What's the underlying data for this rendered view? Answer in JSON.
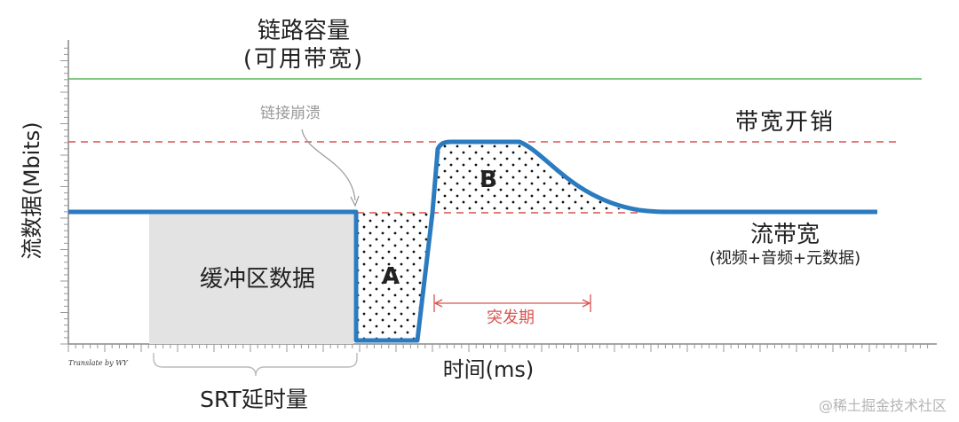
{
  "labels": {
    "capacity_line1": "链路容量",
    "capacity_line2": "(可用带宽)",
    "link_collapse": "链接崩溃",
    "bandwidth_overhead": "带宽开销",
    "stream_bandwidth": "流带宽",
    "stream_bandwidth_sub": "(视频+音频+元数据)",
    "buffer_data": "缓冲区数据",
    "region_a": "A",
    "region_b": "B",
    "burst_period": "突发期",
    "y_axis": "流数据(Mbits)",
    "x_axis": "时间(ms)",
    "srt_latency": "SRT延时量",
    "translated_by": "Translate by WY",
    "watermark": "@稀土掘金技术社区"
  },
  "colors": {
    "capacity_line": "#5cb85c",
    "overhead_dash": "#d9534f",
    "stream_line": "#2a7bbf",
    "buffer_fill": "#e3e3e3",
    "axis": "#888888",
    "burst": "#d9534f"
  }
}
